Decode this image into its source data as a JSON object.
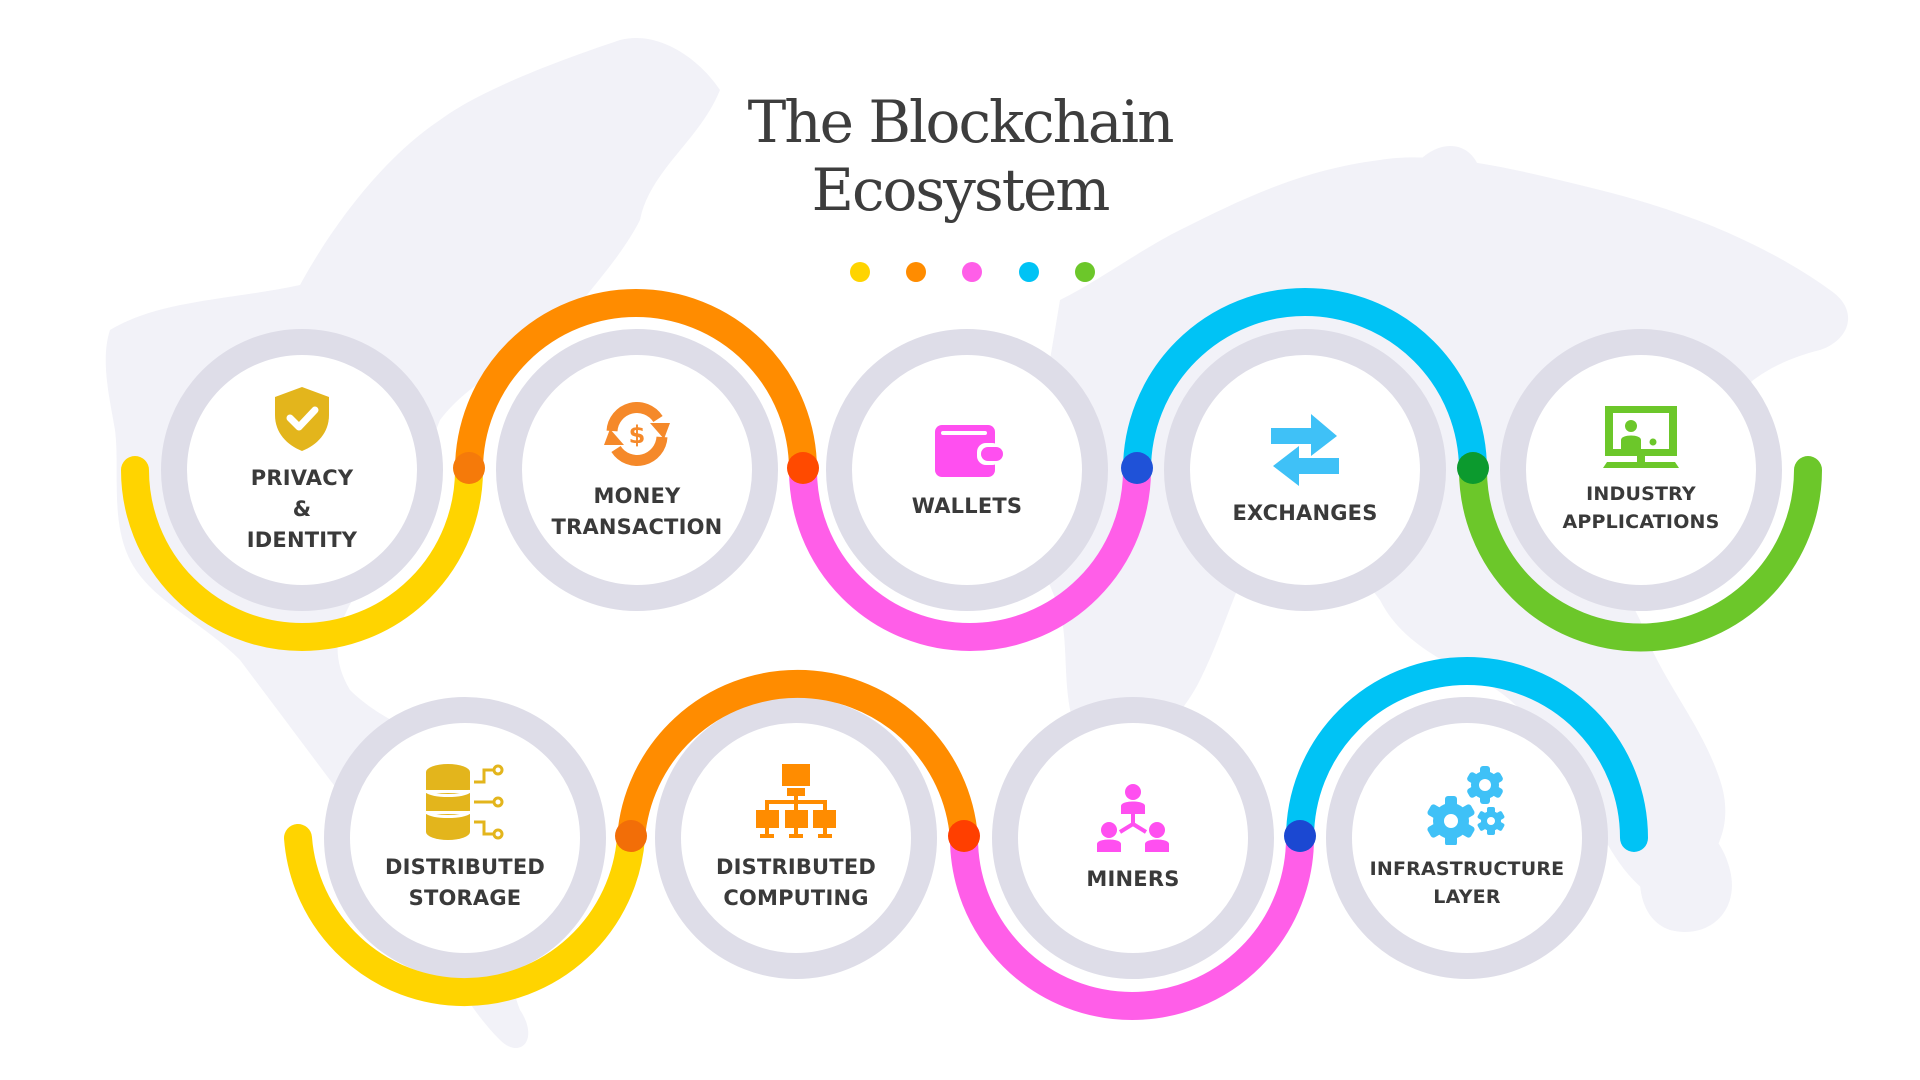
{
  "title": {
    "line1": "The Blockchain",
    "line2": "Ecosystem",
    "color": "#3d3d3d"
  },
  "palette": {
    "yellow": "#ffd400",
    "orange": "#ff8c00",
    "pink": "#ff5ee8",
    "blue": "#00c3f5",
    "green": "#6cc72a",
    "ring_gray": "#dedde8",
    "map_gray": "#f1f1f7",
    "text": "#3a3a3a"
  },
  "header_dots": [
    {
      "name": "yellow",
      "color": "#ffd400"
    },
    {
      "name": "orange",
      "color": "#ff8c00"
    },
    {
      "name": "pink",
      "color": "#ff5ee8"
    },
    {
      "name": "blue",
      "color": "#00c3f5"
    },
    {
      "name": "green",
      "color": "#6cc72a"
    }
  ],
  "top_row": [
    {
      "label": "PRIVACY\n&\nIDENTITY",
      "icon": "shield-check-icon",
      "icon_color": "#e3b51c",
      "arc_color": "#ffd400"
    },
    {
      "label": "MONEY\nTRANSACTION",
      "icon": "money-exchange-icon",
      "icon_color": "#f5892a",
      "arc_color": "#ff8c00"
    },
    {
      "label": "WALLETS",
      "icon": "wallet-icon",
      "icon_color": "#ff4ff0",
      "arc_color": "#ff5ee8"
    },
    {
      "label": "EXCHANGES",
      "icon": "exchange-arrows-icon",
      "icon_color": "#3fc1f7",
      "arc_color": "#00c3f5"
    },
    {
      "label": "INDUSTRY\nAPPLICATIONS",
      "icon": "monitor-presentation-icon",
      "icon_color": "#6cc72a",
      "arc_color": "#6cc72a"
    }
  ],
  "bottom_row": [
    {
      "label": "DISTRIBUTED\nSTORAGE",
      "icon": "database-network-icon",
      "icon_color": "#e3b51c",
      "arc_color": "#ffd400"
    },
    {
      "label": "DISTRIBUTED\nCOMPUTING",
      "icon": "network-hierarchy-icon",
      "icon_color": "#ff8c00",
      "arc_color": "#ff8c00"
    },
    {
      "label": "MINERS",
      "icon": "people-network-icon",
      "icon_color": "#ff4ff0",
      "arc_color": "#ff5ee8"
    },
    {
      "label": "INFRASTRUCTURE\nLAYER",
      "icon": "gears-icon",
      "icon_color": "#3fc1f7",
      "arc_color": "#00c3f5"
    }
  ],
  "junctions": {
    "top": [
      "#f57a0a",
      "#ff4a00",
      "#1f52d8",
      "#0c9a2e"
    ],
    "bottom": [
      "#f26e08",
      "#ff3f00",
      "#1b48d2"
    ]
  }
}
